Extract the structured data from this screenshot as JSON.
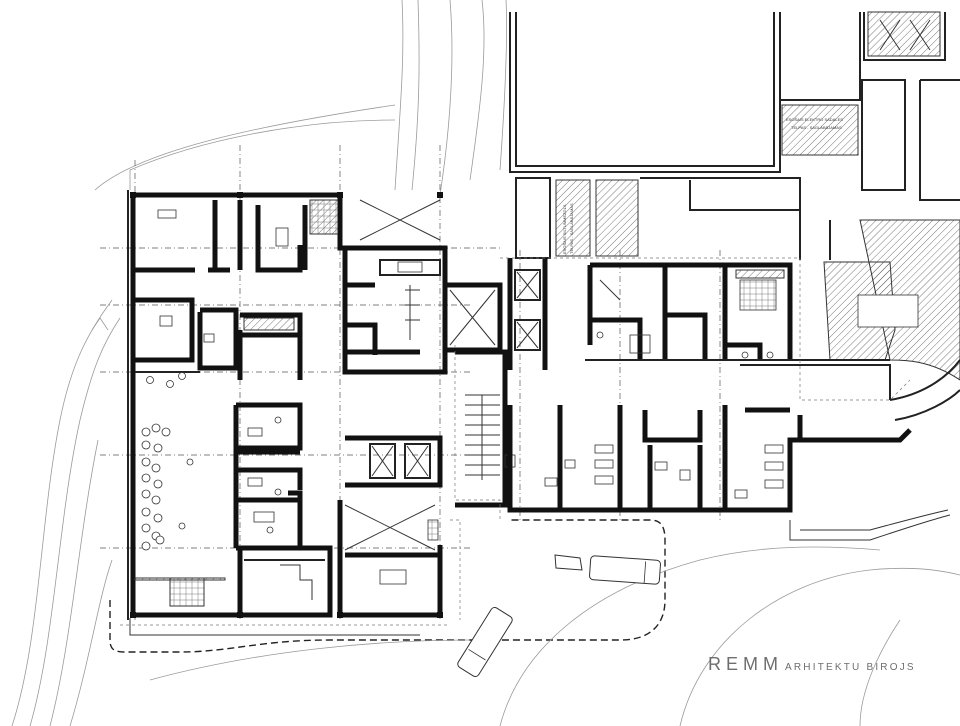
{
  "brand": {
    "name": "REMM",
    "subtitle": "ARHITEKTU BIROJS"
  },
  "annotations": {
    "electrical_room_line1": "ESOŠAIS ELEKTRO SADALES",
    "electrical_room_line2": "TELPAS - SAGLABĀJAMAS",
    "staircase_line1": "ESOŠAIS SILTUMMEZGLS",
    "staircase_line2": "TELPAS - SAGLABĀJAMAS"
  }
}
